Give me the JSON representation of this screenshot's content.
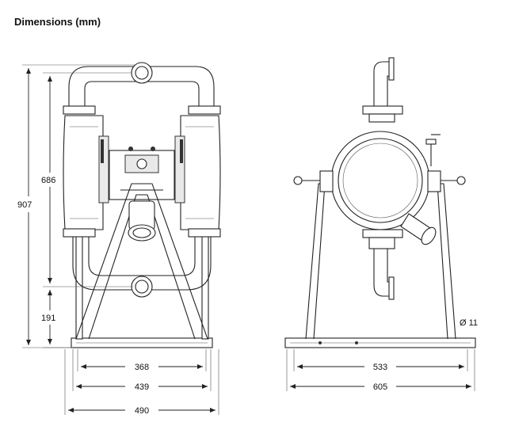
{
  "title": "Dimensions (mm)",
  "dimensions": {
    "front": {
      "overall_height": "907",
      "chamber_height": "686",
      "outlet_height": "191",
      "width_368": "368",
      "width_439": "439",
      "width_490": "490"
    },
    "side": {
      "width_533": "533",
      "width_605": "605",
      "bolt_hole": "Ø 11"
    }
  }
}
